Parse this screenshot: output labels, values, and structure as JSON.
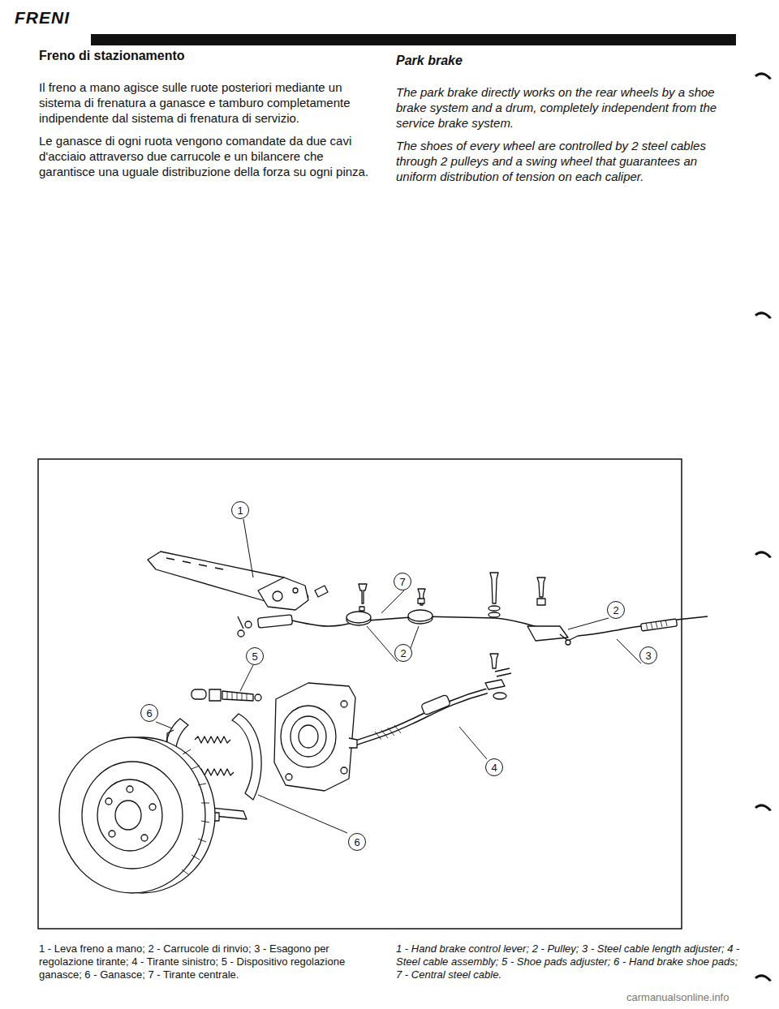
{
  "diagram": {
    "title": "FRENI",
    "nodes": [
      {
        "text": [
          "1"
        ]
      },
      {
        "text": [
          "7"
        ]
      },
      {
        "text": [
          "2"
        ]
      },
      {
        "text": [
          "5"
        ]
      },
      {
        "text": [
          "3"
        ]
      },
      {
        "text": [
          "2"
        ]
      },
      {
        "text": [
          "6"
        ]
      },
      {
        "text": [
          "4"
        ]
      },
      {
        "text": [
          "6"
        ]
      }
    ],
    "labels": [
      "Freno di stazionamento",
      "Park brake",
      "Il freno a mano agisce sulle ruote posteriori mediante un sistema di frenatura a ganasce e tamburo completamente indipendente dal sistema di frenatura di servizio.",
      "The park brake directly works on the rear wheels by a shoe brake system and a drum, completely independent from the service brake system.",
      "Le ganasce di ogni ruota vengono comandate da due cavi d'acciaio attraverso due carrucole e un bilancere che garantisce una uguale distribuzione della forza su ogni pinza.",
      "The shoes of every wheel are controlled by 2 steel cables through 2 pulleys and a swing wheel that guarantees an uniform distribution of tension on each caliper.",
      "1 - Leva freno a mano; 2 - Carrucole di rinvio; 3 - Esagono per regolazione tirante; 4 - Tirante sinistro; 5 - Dispositivo regolazione ganasce; 6 - Ganasce; 7 - Tirante centrale.",
      "1 - Hand brake control lever; 2 - Pulley; 3 - Steel cable length adjuster; 4 - Steel cable assembly; 5 - Shoe pads adjuster; 6 - Hand brake shoe pads; 7 - Central steel cable.",
      "carmanualsonline.info"
    ]
  }
}
